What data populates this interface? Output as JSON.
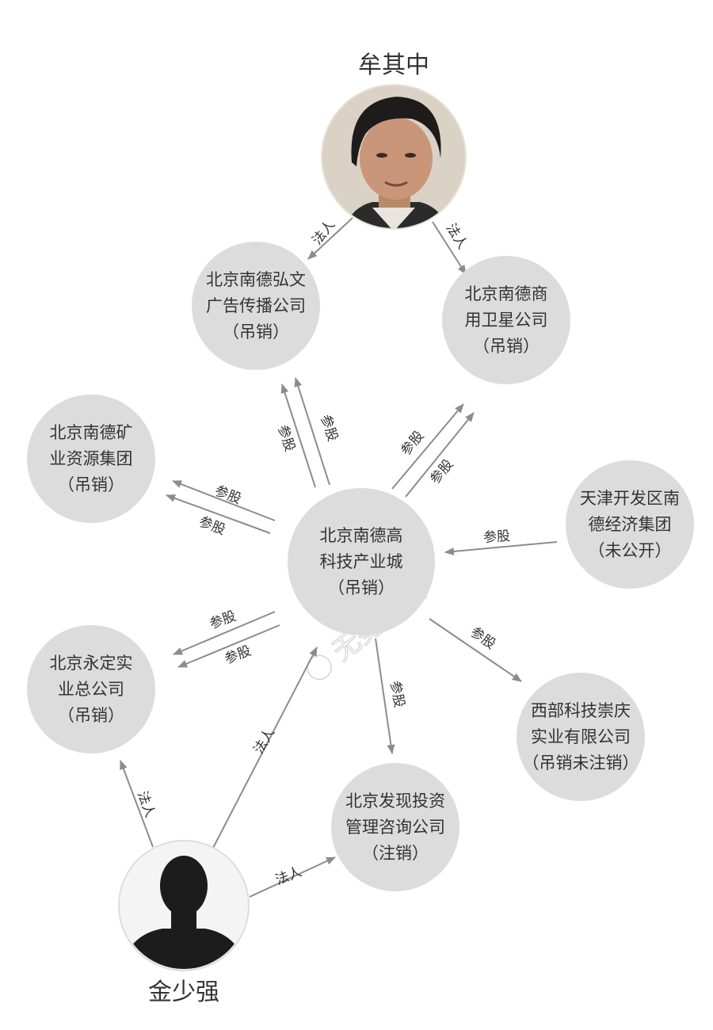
{
  "people": [
    {
      "id": "mou",
      "name": "牟其中"
    },
    {
      "id": "jin",
      "name": "金少强"
    }
  ],
  "companies": [
    {
      "id": "hongwen",
      "lines": [
        "北京南德弘文",
        "广告传播公司",
        "（吊销）"
      ]
    },
    {
      "id": "weixing",
      "lines": [
        "北京南德商",
        "用卫星公司",
        "（吊销）"
      ]
    },
    {
      "id": "kuangye",
      "lines": [
        "北京南德矿",
        "业资源集团",
        "（吊销）"
      ]
    },
    {
      "id": "gaokeji",
      "lines": [
        "北京南德高",
        "科技产业城",
        "（吊销）"
      ]
    },
    {
      "id": "tianjin",
      "lines": [
        "天津开发区南",
        "德经济集团",
        "（未公开）"
      ]
    },
    {
      "id": "yongding",
      "lines": [
        "北京永定实",
        "业总公司",
        "（吊销）"
      ]
    },
    {
      "id": "xibu",
      "lines": [
        "西部科技崇庆",
        "实业有限公司",
        "（吊销未注销）"
      ]
    },
    {
      "id": "faxian",
      "lines": [
        "北京发现投资",
        "管理咨询公司",
        "（注销）"
      ]
    }
  ],
  "edges": [
    {
      "from": "mou",
      "to": "hongwen",
      "label": "法人"
    },
    {
      "from": "mou",
      "to": "weixing",
      "label": "法人"
    },
    {
      "from": "gaokeji",
      "to": "hongwen",
      "label": "参股"
    },
    {
      "from": "gaokeji",
      "to": "hongwen",
      "label": "参股"
    },
    {
      "from": "gaokeji",
      "to": "weixing",
      "label": "参股"
    },
    {
      "from": "gaokeji",
      "to": "weixing",
      "label": "参股"
    },
    {
      "from": "gaokeji",
      "to": "kuangye",
      "label": "参股"
    },
    {
      "from": "gaokeji",
      "to": "kuangye",
      "label": "参股"
    },
    {
      "from": "tianjin",
      "to": "gaokeji",
      "label": "参股"
    },
    {
      "from": "gaokeji",
      "to": "yongding",
      "label": "参股"
    },
    {
      "from": "gaokeji",
      "to": "yongding",
      "label": "参股"
    },
    {
      "from": "gaokeji",
      "to": "xibu",
      "label": "参股"
    },
    {
      "from": "gaokeji",
      "to": "faxian",
      "label": "参股"
    },
    {
      "from": "jin",
      "to": "yongding",
      "label": "法人"
    },
    {
      "from": "jin",
      "to": "gaokeji",
      "label": "法人"
    },
    {
      "from": "jin",
      "to": "faxian",
      "label": "法人"
    }
  ],
  "watermark": "无冕财经",
  "colors": {
    "node_fill": "#dcdcdc",
    "edge": "#8c8c8c",
    "text": "#333333"
  }
}
